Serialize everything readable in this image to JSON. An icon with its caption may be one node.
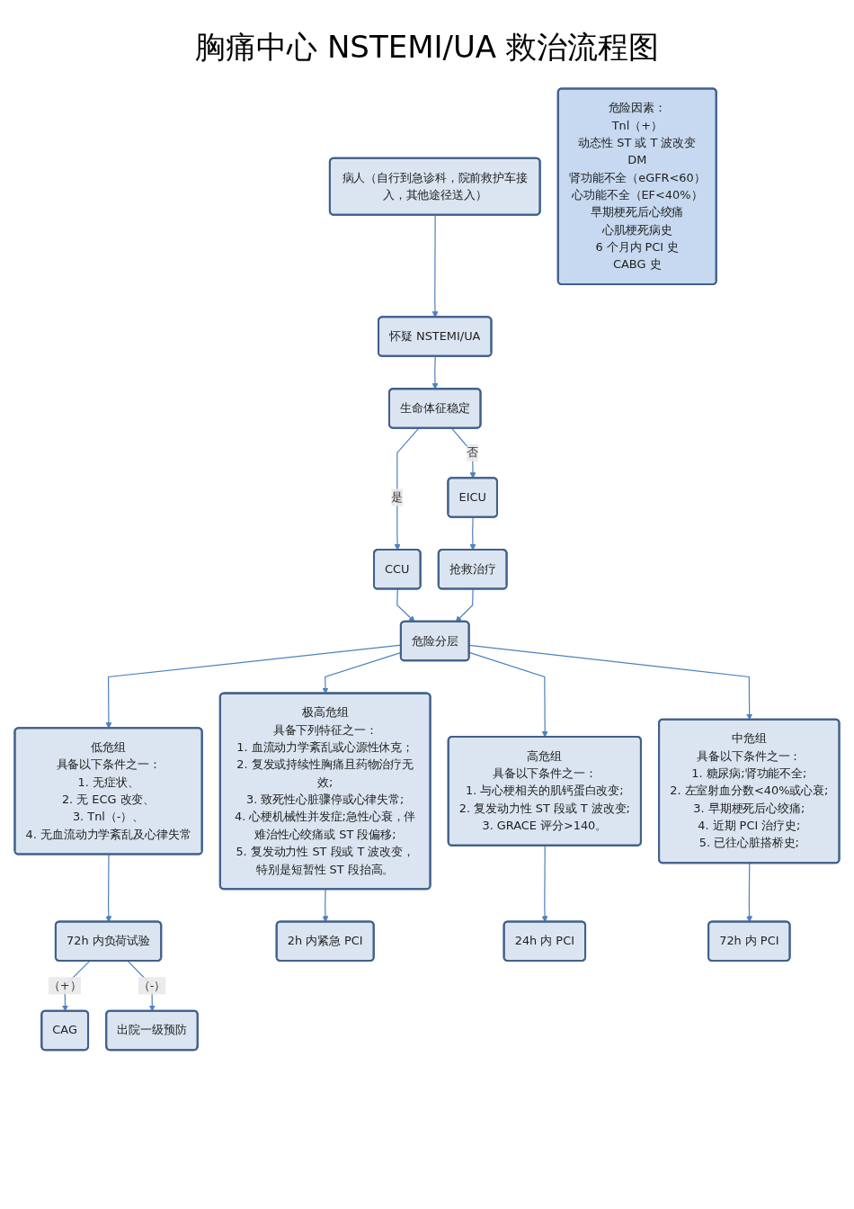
{
  "diagram": {
    "title": "胸痛中心 NSTEMI/UA 救治流程图",
    "nodes": [
      {
        "text": [
          "病人（自行到急诊科，院前救护车接入，其他途径送入）"
        ]
      },
      {
        "text": [
          "怀疑 NSTEMI/UA"
        ]
      },
      {
        "text": [
          "生命体征稳定"
        ]
      },
      {
        "text": [
          "CCU"
        ]
      },
      {
        "text": [
          "EICU"
        ]
      },
      {
        "text": [
          "抢救治疗"
        ]
      },
      {
        "text": [
          "危险分层"
        ]
      },
      {
        "text": [
          "危险因素：",
          "Tnl（+）",
          "动态性 ST 或 T 波改变",
          "DM",
          "肾功能不全（eGFR<60）",
          "心功能不全（EF<40%）",
          "早期梗死后心绞痛",
          "心肌梗死病史",
          "6 个月内 PCI 史",
          "CABG 史"
        ]
      },
      {
        "text": [
          "极高危组",
          "具备下列特征之一：",
          "1. 血流动力学紊乱或心源性休克；",
          "2. 复发或持续性胸痛且药物治疗无效;",
          "3. 致死性心脏骤停或心律失常;",
          "4. 心梗机械性并发症;急性心衰，伴难治性心绞痛或 ST 段偏移;",
          "5. 复发动力性 ST 段或 T 波改变，特别是短暂性 ST 段抬高。"
        ]
      },
      {
        "text": [
          "高危组",
          "具备以下条件之一：",
          "1. 与心梗相关的肌钙蛋白改变;",
          "2. 复发动力性 ST 段或 T 波改变;",
          "3. GRACE 评分>140。"
        ]
      },
      {
        "text": [
          "中危组",
          "具备以下条件之一：",
          "1. 糖尿病;肾功能不全;",
          "2. 左室射血分数<40%或心衰;",
          "3. 早期梗死后心绞痛;",
          "4. 近期 PCI 治疗史;",
          "5. 已往心脏搭桥史;"
        ]
      },
      {
        "text": [
          "低危组",
          "具备以下条件之一：",
          "1. 无症状、",
          "2. 无 ECG 改变、",
          "3. Tnl（-）、",
          "4. 无血流动力学紊乱及心律失常"
        ]
      },
      {
        "text": [
          "72h 内负荷试验"
        ]
      },
      {
        "text": [
          "2h 内紧急 PCI"
        ]
      },
      {
        "text": [
          "24h 内 PCI"
        ]
      },
      {
        "text": [
          "72h 内 PCI"
        ]
      },
      {
        "text": [
          "CAG"
        ]
      },
      {
        "text": [
          "出院一级预防"
        ]
      }
    ],
    "edges": [
      {
        "from": 0,
        "to": 1,
        "arrow": "to"
      },
      {
        "from": 1,
        "to": 2,
        "arrow": "to"
      },
      {
        "from": 2,
        "to": 3,
        "arrow": "to",
        "label": "是"
      },
      {
        "from": 2,
        "to": 4,
        "arrow": "to",
        "label": "否"
      },
      {
        "from": 4,
        "to": 5,
        "arrow": "to"
      },
      {
        "from": 3,
        "to": 6,
        "arrow": "to"
      },
      {
        "from": 5,
        "to": 6,
        "arrow": "to"
      },
      {
        "from": 6,
        "to": 8,
        "arrow": "to"
      },
      {
        "from": 6,
        "to": 9,
        "arrow": "to"
      },
      {
        "from": 6,
        "to": 10,
        "arrow": "to"
      },
      {
        "from": 6,
        "to": 11,
        "arrow": "to"
      },
      {
        "from": 8,
        "to": 13,
        "arrow": "to"
      },
      {
        "from": 9,
        "to": 14,
        "arrow": "to"
      },
      {
        "from": 10,
        "to": 15,
        "arrow": "to"
      },
      {
        "from": 11,
        "to": 12,
        "arrow": "to"
      },
      {
        "from": 12,
        "to": 16,
        "arrow": "to",
        "label": "（+）"
      },
      {
        "from": 12,
        "to": 17,
        "arrow": "to",
        "label": "（-）"
      }
    ]
  }
}
